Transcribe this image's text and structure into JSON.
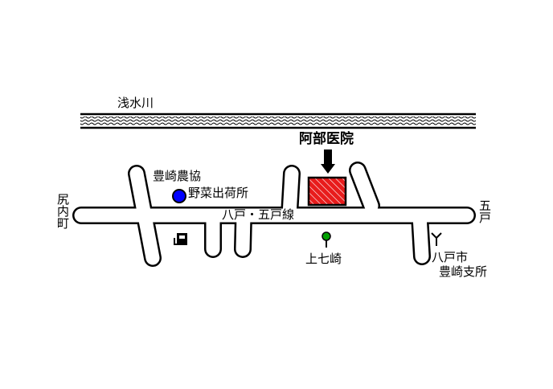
{
  "map": {
    "river_name": "浅水川",
    "clinic_name": "阿部医院",
    "road_name": "八戸・五戸線",
    "left_place": "尻内町",
    "right_place": "五戸",
    "agri_coop": "豊崎農協",
    "veg_shipping": "野菜出荷所",
    "kami_shichizaki": "上七崎",
    "branch_line1": "八戸市",
    "branch_line2": "豊崎支所"
  },
  "colors": {
    "clinic_fill": "#e81c1c",
    "coop_marker": "#0000ff",
    "tree_marker": "#00a000"
  },
  "icons": {
    "arrow": "down-arrow-icon",
    "coop": "blue-circle-icon",
    "gas": "gas-station-icon",
    "tree": "tree-icon",
    "office": "city-office-icon"
  }
}
